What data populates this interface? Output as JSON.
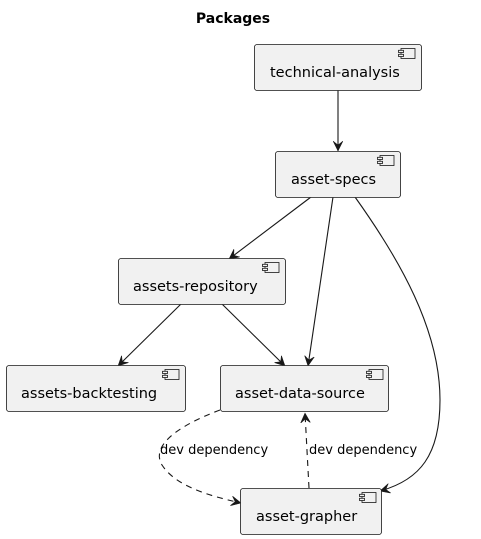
{
  "title": "Packages",
  "colors": {
    "node_fill": "#f1f1f1",
    "node_stroke": "#181818",
    "edge": "#181818"
  },
  "nodes": {
    "technical_analysis": "technical-analysis",
    "asset_specs": "asset-specs",
    "assets_repository": "assets-repository",
    "assets_backtesting": "assets-backtesting",
    "asset_data_source": "asset-data-source",
    "asset_grapher": "asset-grapher"
  },
  "edges": [
    {
      "from": "technical-analysis",
      "to": "asset-specs",
      "style": "solid",
      "label": ""
    },
    {
      "from": "asset-specs",
      "to": "assets-repository",
      "style": "solid",
      "label": ""
    },
    {
      "from": "asset-specs",
      "to": "asset-data-source",
      "style": "solid",
      "label": ""
    },
    {
      "from": "asset-specs",
      "to": "asset-grapher",
      "style": "solid",
      "label": ""
    },
    {
      "from": "assets-repository",
      "to": "assets-backtesting",
      "style": "solid",
      "label": ""
    },
    {
      "from": "assets-repository",
      "to": "asset-data-source",
      "style": "solid",
      "label": ""
    },
    {
      "from": "asset-data-source",
      "to": "asset-grapher",
      "style": "dashed",
      "label": "dev dependency"
    },
    {
      "from": "asset-grapher",
      "to": "asset-data-source",
      "style": "dashed",
      "label": "dev dependency"
    }
  ]
}
